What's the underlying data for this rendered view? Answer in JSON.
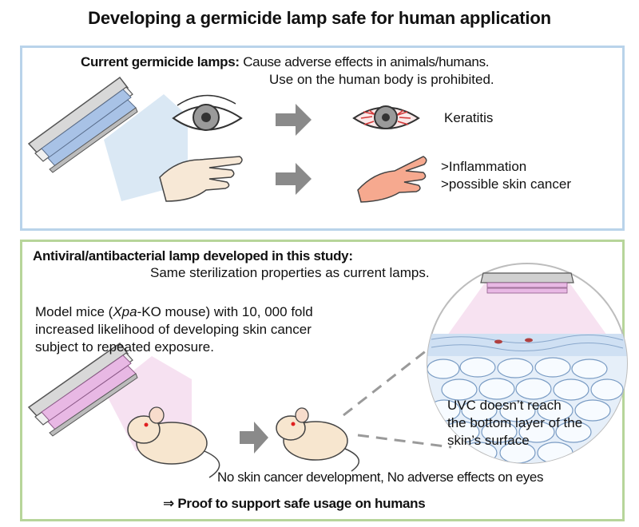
{
  "title": "Developing a germicide lamp safe for human application",
  "current": {
    "heading": "Current germicide lamps:",
    "line1": "Cause adverse effects in animals/humans.",
    "line2": "Use on the human body is prohibited.",
    "keratitis": "Keratitis",
    "inflammation": ">Inflammation",
    "skin_cancer": ">possible skin cancer"
  },
  "study": {
    "heading": "Antiviral/antibacterial lamp developed in this study:",
    "subheading": "Same sterilization properties as current lamps.",
    "model_line1_pre": "Model mice (",
    "model_line1_italic": "Xpa",
    "model_line1_post": "-KO mouse) with 10, 000 fold",
    "model_line2": "increased likelihood of developing skin cancer",
    "model_line3": "subject to repeated exposure.",
    "uvc_line1": "UVC doesn’t reach",
    "uvc_line2": "the bottom layer of the",
    "uvc_line3": "skin’s surface",
    "result": "No skin cancer development, No adverse effects on eyes",
    "conclusion": "⇒ Proof to support safe usage on humans"
  },
  "colors": {
    "top_border": "#b9d3ea",
    "bottom_border": "#b7d59a",
    "uv_light": "#d6e5f3",
    "new_light": "#f6dff0",
    "skin": "#f6a98f",
    "arrow": "#8a8a8a"
  }
}
